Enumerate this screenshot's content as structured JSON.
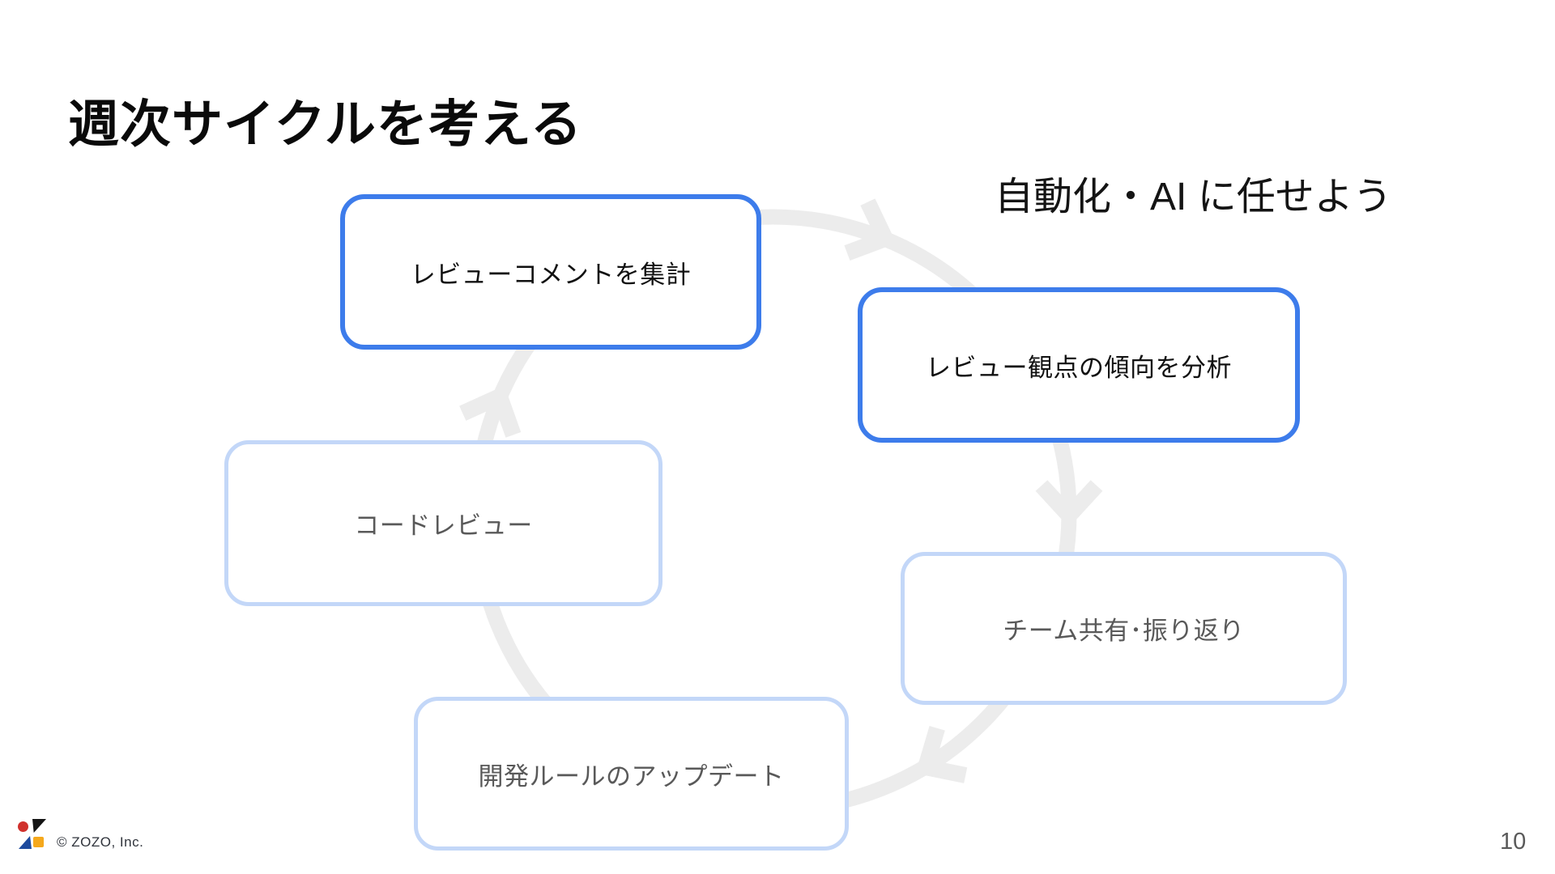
{
  "slide": {
    "title": "週次サイクルを考える",
    "annotation": "自動化・AI に任せよう",
    "cycle": {
      "direction": "clockwise",
      "steps": [
        {
          "label": "レビューコメントを集計",
          "highlighted": true
        },
        {
          "label": "レビュー観点の傾向を分析",
          "highlighted": true
        },
        {
          "label": "チーム共有･振り返り",
          "highlighted": false
        },
        {
          "label": "開発ルールのアップデート",
          "highlighted": false
        },
        {
          "label": "コードレビュー",
          "highlighted": false
        }
      ]
    },
    "footer": {
      "copyright": "© ZOZO, Inc.",
      "page_number": "10"
    },
    "colors": {
      "highlight_border": "#3D7CEB",
      "muted_border": "#C3D7F8",
      "highlight_text": "#111111",
      "muted_text": "#595959",
      "arrow": "#ECECEC",
      "logo_red": "#D0312D",
      "logo_black": "#141414",
      "logo_blue": "#1E4B9E",
      "logo_yellow": "#F5A81C"
    }
  }
}
